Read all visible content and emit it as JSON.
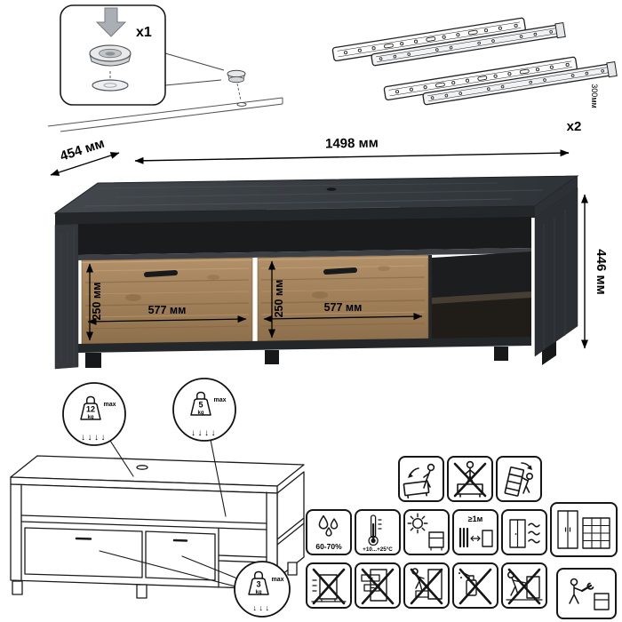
{
  "hardware": {
    "foot": {
      "count_label": "x1"
    },
    "slides": {
      "count_label": "x2",
      "length_label": "300мм"
    }
  },
  "dimensions": {
    "width": "1498 мм",
    "depth": "454 мм",
    "height": "446 мм",
    "drawer_left_height": "250 мм",
    "drawer_right_height": "250 мм",
    "drawer_left_width": "577 мм",
    "drawer_right_width": "577 мм"
  },
  "load_limits": {
    "top_surface": {
      "value": "12",
      "unit": "kg",
      "qualifier": "max",
      "arrows": "↓↓↓↓"
    },
    "shelf": {
      "value": "5",
      "unit": "kg",
      "qualifier": "max",
      "arrows": "↓↓↓↓"
    },
    "drawer": {
      "value": "3",
      "unit": "kg",
      "qualifier": "max",
      "arrows": "↓↓↓"
    }
  },
  "environment": {
    "humidity": "60-70%",
    "temperature": "+10...+25°C",
    "min_distance": "≥1м"
  },
  "colors": {
    "dark_wood": "#33373c",
    "light_wood": "#a48258",
    "line": "#111111"
  },
  "icons": {
    "hardware": [
      "foot-glide-icon",
      "drawer-slide-icon",
      "weight-icon",
      "down-arrows-icon"
    ],
    "row1": [
      "no-sit-icon",
      "no-stand-icon",
      "anti-tip-icon"
    ],
    "row2": [
      "humidity-icon",
      "temperature-icon",
      "heat-sun-icon",
      "distance-icon",
      "ventilation-icon",
      "modular-furniture-icon"
    ],
    "row3": [
      "no-drag-icon",
      "no-open-drawers-icon",
      "no-step-on-drawer-icon",
      "no-solvent-icon",
      "no-push-icon",
      "assembly-icon"
    ]
  }
}
